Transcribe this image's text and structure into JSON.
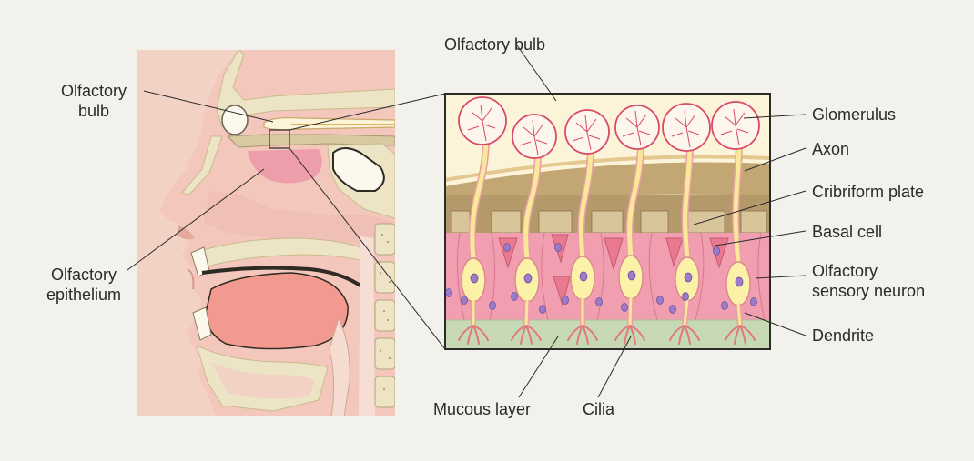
{
  "labels": {
    "olfactory_bulb_left_line1": "Olfactory",
    "olfactory_bulb_left_line2": "bulb",
    "olfactory_epithelium_line1": "Olfactory",
    "olfactory_epithelium_line2": "epithelium",
    "olfactory_bulb_top": "Olfactory bulb",
    "glomerulus": "Glomerulus",
    "axon": "Axon",
    "cribriform_plate": "Cribriform plate",
    "basal_cell": "Basal cell",
    "olfactory_sensory_neuron_line1": "Olfactory",
    "olfactory_sensory_neuron_line2": "sensory neuron",
    "dendrite": "Dendrite",
    "mucous_layer": "Mucous layer",
    "cilia": "Cilia"
  },
  "colors": {
    "background": "#f3f1ec",
    "skin": "#f3c6bd",
    "bone": "#ece4c4",
    "bone_dark": "#c9bb8c",
    "epithelium_pink": "#f2a4b0",
    "bulb_cream": "#fbf4d8",
    "cribriform_brown": "#b49a6a",
    "neuron_yellow": "#fbf2a8",
    "nucleus_purple": "#9b7cc9",
    "mucus_green": "#c7d8b4",
    "line": "#2a2a2a"
  }
}
